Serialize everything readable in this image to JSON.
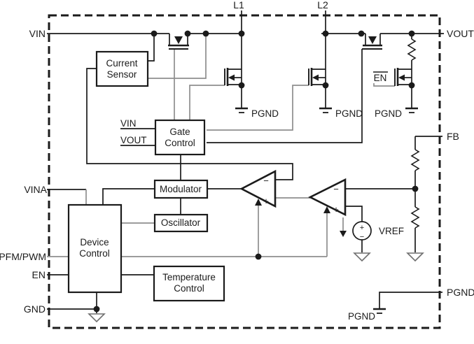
{
  "pins": {
    "vin": "VIN",
    "l1": "L1",
    "l2": "L2",
    "vout": "VOUT",
    "fb": "FB",
    "pgnd_right": "PGND",
    "vina": "VINA",
    "pfm_pwm": "PFM/PWM",
    "en": "EN",
    "gnd": "GND"
  },
  "blocks": {
    "current_sensor": {
      "line1": "Current",
      "line2": "Sensor"
    },
    "gate_control": {
      "line1": "Gate",
      "line2": "Control"
    },
    "modulator": {
      "label": "Modulator"
    },
    "oscillator": {
      "label": "Oscillator"
    },
    "device_control": {
      "line1": "Device",
      "line2": "Control"
    },
    "temperature_control": {
      "line1": "Temperature",
      "line2": "Control"
    }
  },
  "gate_control_inputs": {
    "vin": "VIN",
    "vout": "VOUT"
  },
  "ground_labels": {
    "pgnd1": "PGND",
    "pgnd2": "PGND",
    "pgnd3": "PGND",
    "pgnd_bottom": "PGND"
  },
  "signals": {
    "en_bar": "EN",
    "vref": "VREF"
  },
  "symbols": {
    "plus": "+",
    "minus": "−"
  },
  "colors": {
    "wire": "#1b1b1b",
    "gray_wire": "#8e8e8e",
    "background": "#ffffff"
  }
}
